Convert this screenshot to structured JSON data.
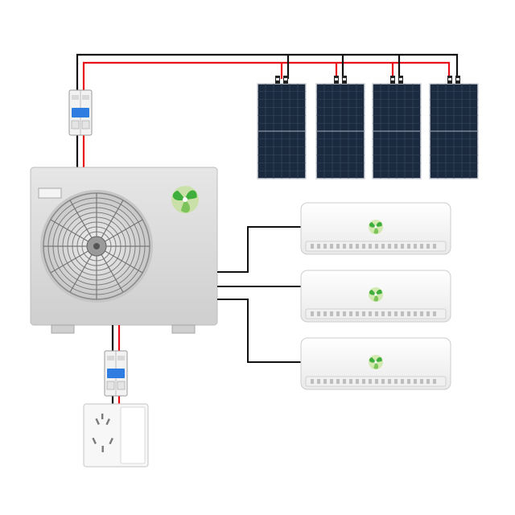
{
  "diagram": {
    "colors": {
      "background": "#ffffff",
      "positive_wire": "#e8101a",
      "negative_wire": "#111111",
      "signal_wire": "#111111",
      "unit_body": "#dcdcdc",
      "panel_cell": "#1b2a3f",
      "panel_frame": "#cfd3d8",
      "indoor_body": "#f5f5f5",
      "breaker_body": "#f2f2f2",
      "breaker_lever": "#2f7de1",
      "logo_green": "#3fae3c",
      "logo_light": "#b6e07a"
    },
    "solar_panels": [
      {
        "name": "solar-panel-1"
      },
      {
        "name": "solar-panel-2"
      },
      {
        "name": "solar-panel-3"
      },
      {
        "name": "solar-panel-4"
      }
    ],
    "indoor_units": [
      {
        "name": "indoor-unit-1"
      },
      {
        "name": "indoor-unit-2"
      },
      {
        "name": "indoor-unit-3"
      }
    ],
    "breakers": [
      {
        "name": "dc-breaker-top",
        "icon": "circuit-breaker-icon"
      },
      {
        "name": "ac-breaker-bottom",
        "icon": "circuit-breaker-icon"
      }
    ],
    "outdoor_unit": {
      "icon": "fan-icon",
      "logo": "eco-leaf-logo-icon"
    },
    "wall_socket": {
      "icon": "power-socket-icon"
    }
  }
}
